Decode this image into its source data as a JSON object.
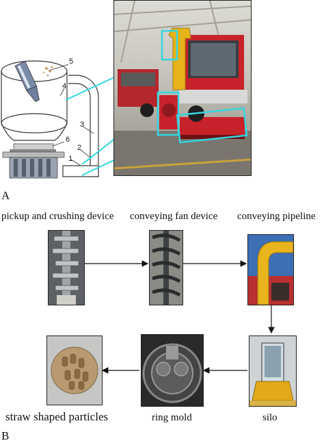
{
  "panels": {
    "a_label": "A",
    "b_label": "B"
  },
  "schematic": {
    "part_numbers": [
      "1",
      "2",
      "3",
      "4",
      "5",
      "6"
    ]
  },
  "flow": {
    "stages": [
      {
        "label": "pickup and crushing device"
      },
      {
        "label": "conveying fan device"
      },
      {
        "label": "conveying pipeline"
      },
      {
        "label": "silo"
      },
      {
        "label": "ring mold"
      },
      {
        "label": "straw shaped particles"
      }
    ]
  },
  "colors": {
    "callout": "#33d6e0",
    "harvester_red": "#c8222a",
    "harvester_yellow": "#e7b21b",
    "arrow": "#111111"
  }
}
